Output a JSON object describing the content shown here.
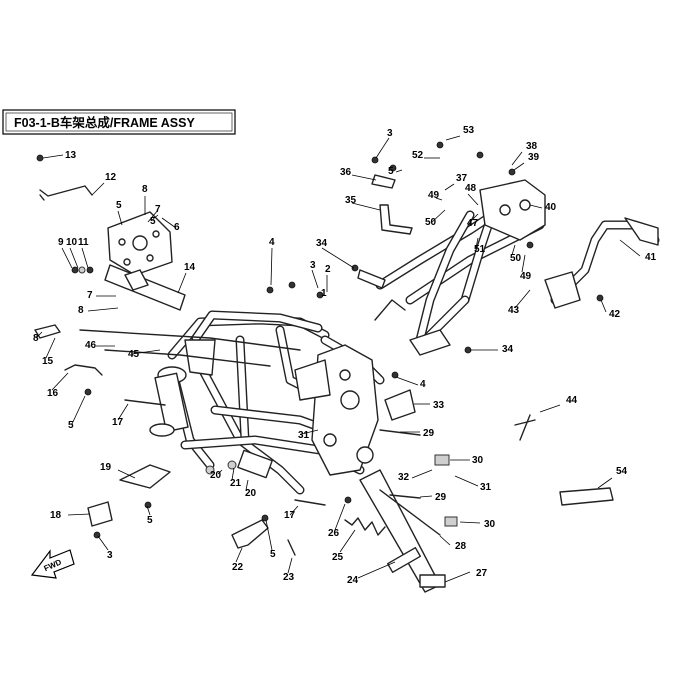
{
  "title": {
    "code": "F03-1-B",
    "cn": "车架总成",
    "en": "/FRAME ASSY"
  },
  "direction_arrow": {
    "label": "FWD",
    "icon": "forward-arrow-icon"
  },
  "callouts": [
    {
      "label": "1"
    },
    {
      "label": "2"
    },
    {
      "label": "3"
    },
    {
      "label": "3"
    },
    {
      "label": "3"
    },
    {
      "label": "4"
    },
    {
      "label": "4"
    },
    {
      "label": "5"
    },
    {
      "label": "5"
    },
    {
      "label": "5"
    },
    {
      "label": "5"
    },
    {
      "label": "5"
    },
    {
      "label": "6"
    },
    {
      "label": "7"
    },
    {
      "label": "7"
    },
    {
      "label": "8"
    },
    {
      "label": "8"
    },
    {
      "label": "8"
    },
    {
      "label": "9"
    },
    {
      "label": "10"
    },
    {
      "label": "11"
    },
    {
      "label": "12"
    },
    {
      "label": "13"
    },
    {
      "label": "14"
    },
    {
      "label": "15"
    },
    {
      "label": "16"
    },
    {
      "label": "17"
    },
    {
      "label": "17"
    },
    {
      "label": "18"
    },
    {
      "label": "19"
    },
    {
      "label": "20"
    },
    {
      "label": "20"
    },
    {
      "label": "21"
    },
    {
      "label": "22"
    },
    {
      "label": "23"
    },
    {
      "label": "24"
    },
    {
      "label": "25"
    },
    {
      "label": "26"
    },
    {
      "label": "27"
    },
    {
      "label": "28"
    },
    {
      "label": "29"
    },
    {
      "label": "29"
    },
    {
      "label": "30"
    },
    {
      "label": "30"
    },
    {
      "label": "31"
    },
    {
      "label": "31"
    },
    {
      "label": "32"
    },
    {
      "label": "33"
    },
    {
      "label": "34"
    },
    {
      "label": "34"
    },
    {
      "label": "35"
    },
    {
      "label": "36"
    },
    {
      "label": "37"
    },
    {
      "label": "38"
    },
    {
      "label": "39"
    },
    {
      "label": "40"
    },
    {
      "label": "41"
    },
    {
      "label": "42"
    },
    {
      "label": "43"
    },
    {
      "label": "44"
    },
    {
      "label": "45"
    },
    {
      "label": "46"
    },
    {
      "label": "47"
    },
    {
      "label": "48"
    },
    {
      "label": "49"
    },
    {
      "label": "49"
    },
    {
      "label": "50"
    },
    {
      "label": "50"
    },
    {
      "label": "51"
    },
    {
      "label": "52"
    },
    {
      "label": "53"
    },
    {
      "label": "54"
    },
    {
      "label": "5"
    }
  ]
}
